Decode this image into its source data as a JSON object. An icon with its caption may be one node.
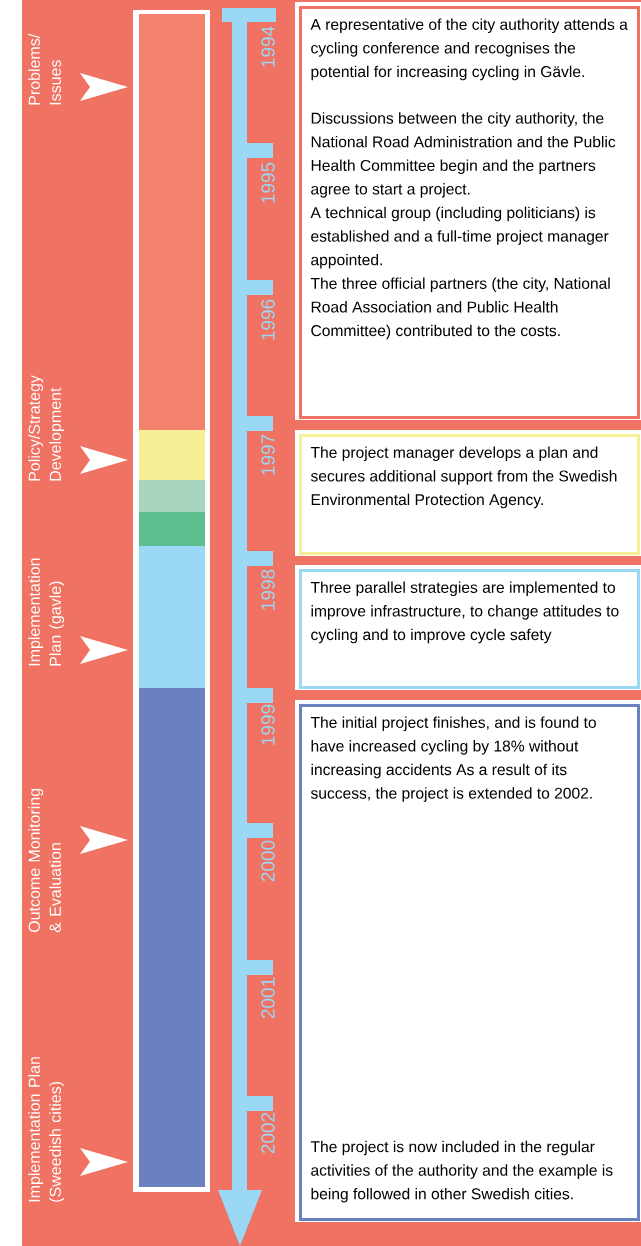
{
  "diagram": {
    "nodes": [
      {
        "text": [
          "A representative of the city authority attends a cycling conference and recognises the potential for increasing cycling in Gävle.",
          "Discussions between the city authority, the National Road Administration and the Public Health Committee begin and the partners agree to start a project.",
          "A technical group (including politicians) is established and a full-time project manager appointed.",
          "The three official partners (the city, National Road Association and Public Health Committee) contributed to the costs."
        ]
      },
      {
        "text": [
          "The project manager develops a plan and secures additional support from the Swedish Environmental Protection Agency."
        ]
      },
      {
        "text": [
          "Three parallel strategies are implemented to improve infrastructure, to change attitudes to cycling and to improve cycle safety"
        ]
      },
      {
        "text": [
          "The initial project finishes, and is found to have increased cycling by 18% without increasing accidents As a result of its success, the project is extended to 2002.",
          "The project is now included in the regular activities of the authority and the example is being followed in other Swedish cities."
        ]
      }
    ],
    "labels": [
      "Problems/ Issues",
      "Policy/Strategy Development",
      "Implementation Plan (gavle)",
      "Outcome Monitoring & Evaluation",
      "Implementation Plan (Sweedish cities)",
      "1994",
      "1995",
      "1996",
      "1997",
      "1998",
      "1999",
      "2000",
      "2001",
      "2002"
    ]
  }
}
